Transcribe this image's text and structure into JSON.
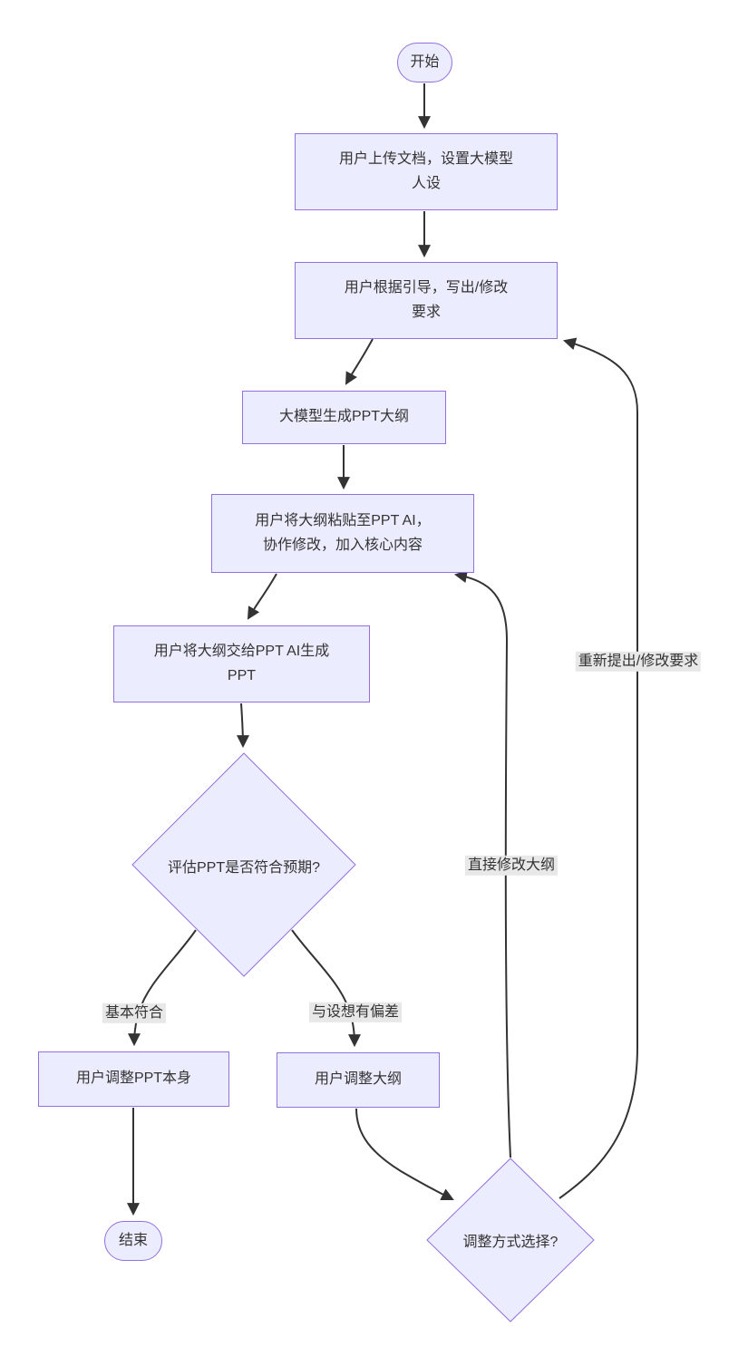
{
  "diagram": {
    "type": "flowchart",
    "colors": {
      "background": "#ffffff",
      "node_fill": "#ECECFF",
      "node_border": "#9370DB",
      "text": "#333333",
      "edge": "#333333",
      "edge_label_bg": "#e8e8e8"
    },
    "nodes": {
      "start": "开始",
      "upload": "用户上传文档，设置大模型\n人设",
      "requirements": "用户根据引导，写出/修改\n要求",
      "outline": "大模型生成PPT大纲",
      "paste": "用户将大纲粘贴至PPT AI，\n协作修改，加入核心内容",
      "generate": "用户将大纲交给PPT AI生成\nPPT",
      "evaluate": "评估PPT是否符合预期?",
      "adjust_ppt": "用户调整PPT本身",
      "adjust_outline": "用户调整大纲",
      "end": "结束",
      "adjust_method": "调整方式选择?"
    },
    "edge_labels": {
      "basically_meets": "基本符合",
      "deviates": "与设想有偏差",
      "direct_edit_outline": "直接修改大纲",
      "re_propose": "重新提出/修改要求"
    }
  }
}
